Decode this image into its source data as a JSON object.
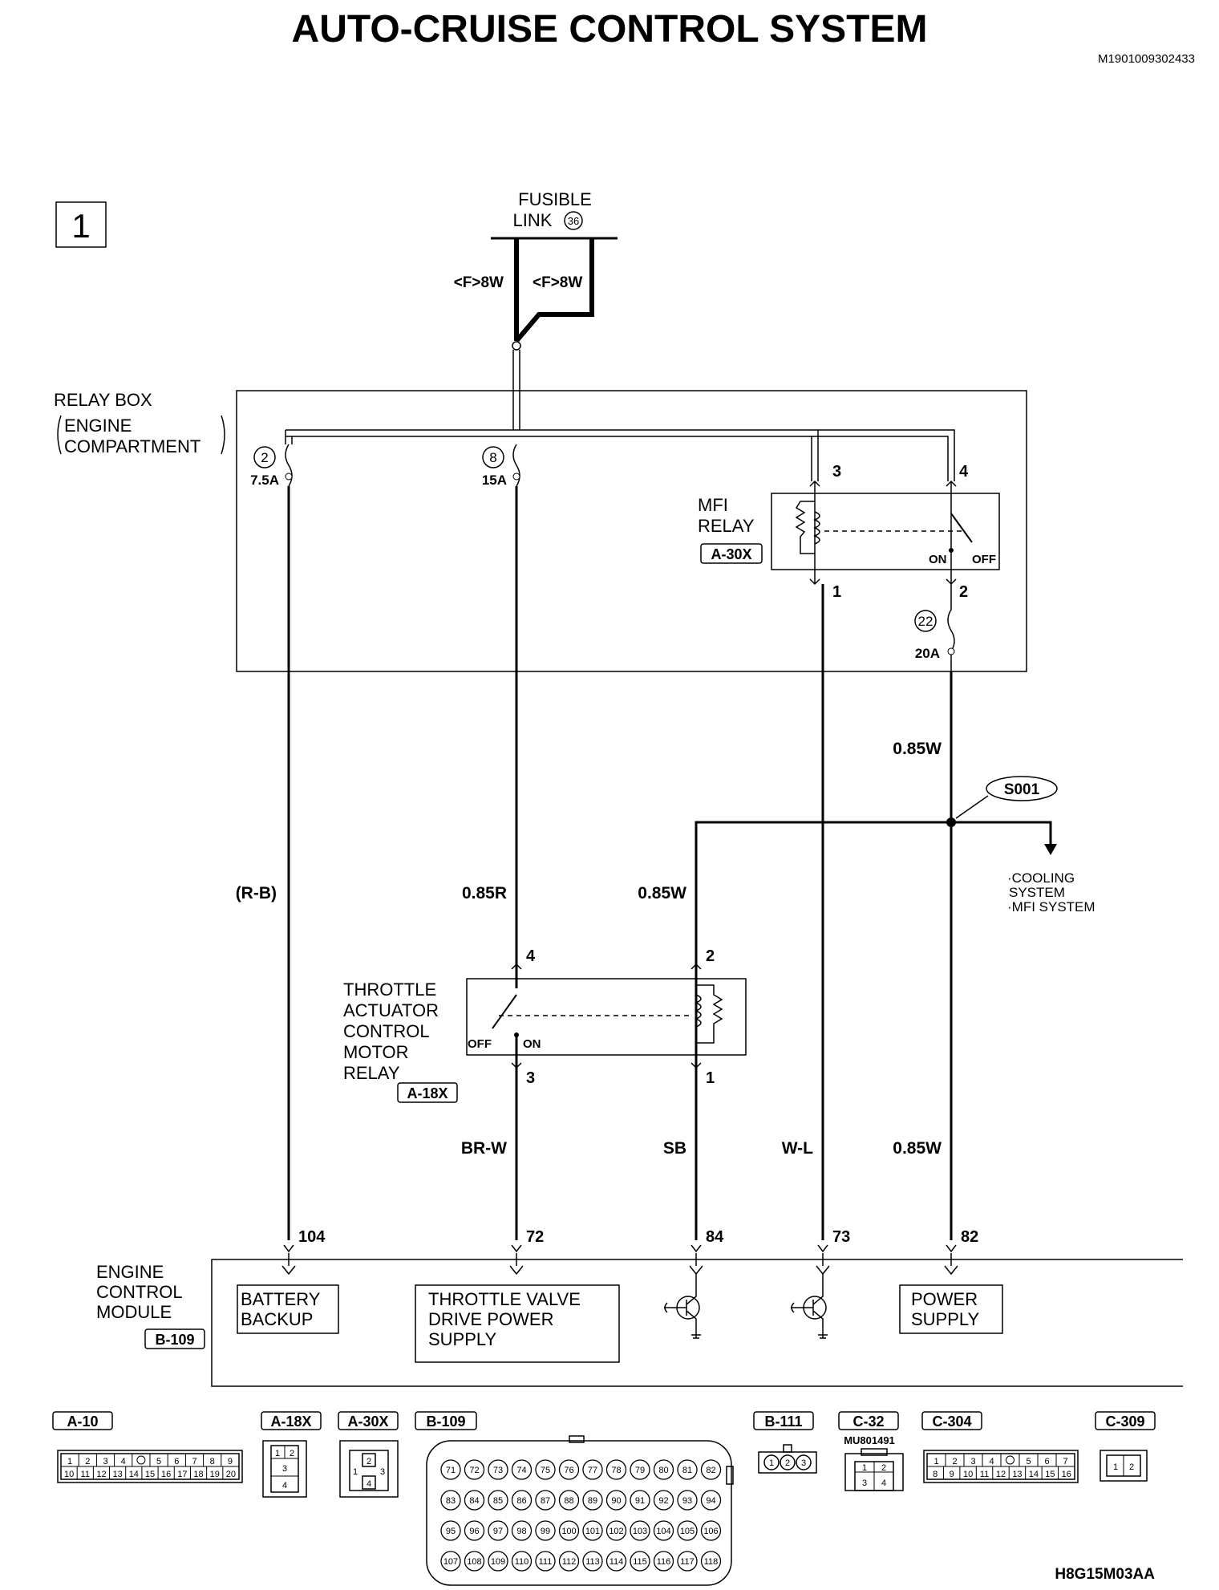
{
  "title": "AUTO-CRUISE CONTROL SYSTEM",
  "doc_id": "M1901009302433",
  "sheet_number": "1",
  "figure_code": "H8G15M03AA",
  "fusible_link": {
    "line1": "FUSIBLE",
    "line2": "LINK",
    "number": "36",
    "wire_left": "<F>8W",
    "wire_right": "<F>8W"
  },
  "relay_box": {
    "label_line1": "RELAY BOX",
    "label_line2": "ENGINE",
    "label_line3": "COMPARTMENT",
    "fuses": [
      {
        "number": "2",
        "rating": "7.5A"
      },
      {
        "number": "8",
        "rating": "15A"
      },
      {
        "number": "22",
        "rating": "20A"
      }
    ]
  },
  "mfi_relay": {
    "line1": "MFI",
    "line2": "RELAY",
    "connector": "A-30X",
    "pins": [
      "3",
      "4",
      "1",
      "2"
    ],
    "on": "ON",
    "off": "OFF"
  },
  "splice": {
    "id": "S001",
    "to_line1": "·COOLING",
    "to_line2": "SYSTEM",
    "to_line3": "·MFI SYSTEM"
  },
  "throttle_relay": {
    "line1": "THROTTLE",
    "line2": "ACTUATOR",
    "line3": "CONTROL",
    "line4": "MOTOR",
    "line5": "RELAY",
    "connector": "A-18X",
    "pins": [
      "4",
      "2",
      "3",
      "1"
    ],
    "on": "ON",
    "off": "OFF"
  },
  "wires": {
    "w_r_b": "(R-B)",
    "w_085r": "0.85R",
    "w_085w_mid": "0.85W",
    "w_085w_top": "0.85W",
    "w_br_w": "BR-W",
    "w_sb": "SB",
    "w_w_l": "W-L",
    "w_085w_low": "0.85W"
  },
  "ecm": {
    "line1": "ENGINE",
    "line2": "CONTROL",
    "line3": "MODULE",
    "connector": "B-109",
    "terminals": [
      "104",
      "72",
      "84",
      "73",
      "82"
    ],
    "battery_backup_1": "BATTERY",
    "battery_backup_2": "BACKUP",
    "throttle_supply_1": "THROTTLE VALVE",
    "throttle_supply_2": "DRIVE POWER",
    "throttle_supply_3": "SUPPLY",
    "power_supply_1": "POWER",
    "power_supply_2": "SUPPLY"
  },
  "connectors": {
    "a10": {
      "label": "A-10",
      "row1": [
        "1",
        "2",
        "3",
        "4",
        "",
        "5",
        "6",
        "7",
        "8",
        "9"
      ],
      "row2": [
        "10",
        "11",
        "12",
        "13",
        "14",
        "15",
        "16",
        "17",
        "18",
        "19",
        "20"
      ]
    },
    "a18x": {
      "label": "A-18X",
      "pins": [
        "1",
        "2",
        "3",
        "4"
      ]
    },
    "a30x": {
      "label": "A-30X",
      "pins": [
        "1",
        "2",
        "3",
        "4"
      ]
    },
    "b109": {
      "label": "B-109",
      "row1": [
        "71",
        "72",
        "73",
        "74",
        "75",
        "76",
        "77",
        "78",
        "79",
        "80",
        "81",
        "82"
      ],
      "row2": [
        "83",
        "84",
        "85",
        "86",
        "87",
        "88",
        "89",
        "90",
        "91",
        "92",
        "93",
        "94"
      ],
      "row3": [
        "95",
        "96",
        "97",
        "98",
        "99",
        "100",
        "101",
        "102",
        "103",
        "104",
        "105",
        "106"
      ],
      "row4": [
        "107",
        "108",
        "109",
        "110",
        "111",
        "112",
        "113",
        "114",
        "115",
        "116",
        "117",
        "118"
      ]
    },
    "b111": {
      "label": "B-111",
      "pins": [
        "1",
        "2",
        "3"
      ]
    },
    "c32": {
      "label": "C-32",
      "part": "MU801491",
      "pins": [
        "1",
        "2",
        "3",
        "4"
      ]
    },
    "c304": {
      "label": "C-304",
      "row1": [
        "1",
        "2",
        "3",
        "4",
        "",
        "5",
        "6",
        "7"
      ],
      "row2": [
        "8",
        "9",
        "10",
        "11",
        "12",
        "13",
        "14",
        "15",
        "16"
      ]
    },
    "c309": {
      "label": "C-309",
      "pins": [
        "1",
        "2"
      ]
    }
  }
}
